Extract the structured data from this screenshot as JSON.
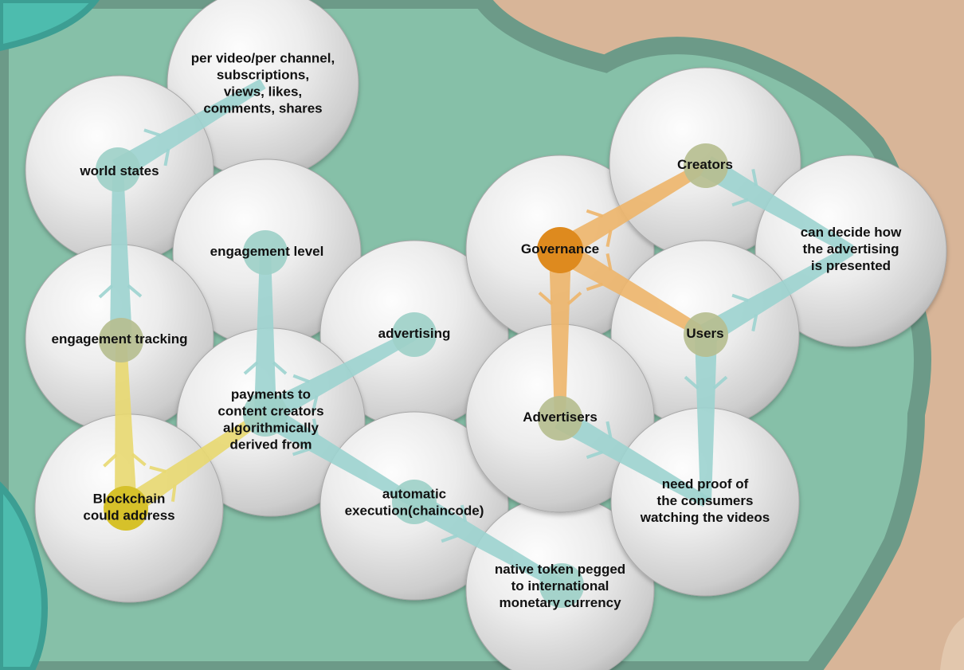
{
  "colors": {
    "tan_background": "#d8b598",
    "green_region": "#86c0a8",
    "green_outline": "#6c9a88",
    "teal_link": "#9cd3cf",
    "yellow_link": "#e8d870",
    "orange_link": "#edb56a",
    "yellow_node": "#d6c12a",
    "orange_node": "#de8a1e",
    "olive_node": "#b6be90",
    "teal_node": "#9ed0c8"
  },
  "nodes": [
    {
      "id": "per_video",
      "lines": [
        "per video/per channel,",
        "subscriptions,",
        "views, likes,",
        "comments, shares"
      ],
      "dot": "none"
    },
    {
      "id": "world_states",
      "lines": [
        "world states"
      ],
      "dot": "teal"
    },
    {
      "id": "engagement_level",
      "lines": [
        "engagement level"
      ],
      "dot": "teal"
    },
    {
      "id": "engagement_tracking",
      "lines": [
        "engagement tracking"
      ],
      "dot": "olive"
    },
    {
      "id": "advertising",
      "lines": [
        "advertising"
      ],
      "dot": "teal"
    },
    {
      "id": "payments",
      "lines": [
        "payments to",
        "content creators",
        "algorithmically",
        "derived from"
      ],
      "dot": "teal"
    },
    {
      "id": "blockchain",
      "lines": [
        "Blockchain",
        "could address"
      ],
      "dot": "yellow"
    },
    {
      "id": "automatic_execution",
      "lines": [
        "automatic",
        "execution(chaincode)"
      ],
      "dot": "teal"
    },
    {
      "id": "native_token",
      "lines": [
        "native token pegged",
        "to international",
        "monetary currency"
      ],
      "dot": "teal"
    },
    {
      "id": "governance",
      "lines": [
        "Governance"
      ],
      "dot": "orange"
    },
    {
      "id": "creators",
      "lines": [
        "Creators"
      ],
      "dot": "olive"
    },
    {
      "id": "can_decide",
      "lines": [
        "can decide how",
        "the advertising",
        "is presented"
      ],
      "dot": "none"
    },
    {
      "id": "users",
      "lines": [
        "Users"
      ],
      "dot": "olive"
    },
    {
      "id": "advertisers",
      "lines": [
        "Advertisers"
      ],
      "dot": "olive"
    },
    {
      "id": "need_proof",
      "lines": [
        "need proof of",
        "the consumers",
        "watching the videos"
      ],
      "dot": "none"
    }
  ],
  "links": [
    {
      "from": "world_states",
      "to": "per_video",
      "color": "teal"
    },
    {
      "from": "engagement_tracking",
      "to": "world_states",
      "color": "teal"
    },
    {
      "from": "blockchain",
      "to": "engagement_tracking",
      "color": "yellow"
    },
    {
      "from": "blockchain",
      "to": "payments",
      "color": "yellow"
    },
    {
      "from": "payments",
      "to": "engagement_level",
      "color": "teal"
    },
    {
      "from": "payments",
      "to": "advertising",
      "color": "teal"
    },
    {
      "from": "payments",
      "to": "automatic_execution",
      "color": "teal"
    },
    {
      "from": "automatic_execution",
      "to": "native_token",
      "color": "teal"
    },
    {
      "from": "governance",
      "to": "creators",
      "color": "orange"
    },
    {
      "from": "governance",
      "to": "users",
      "color": "orange"
    },
    {
      "from": "governance",
      "to": "advertisers",
      "color": "orange"
    },
    {
      "from": "creators",
      "to": "can_decide",
      "color": "teal"
    },
    {
      "from": "users",
      "to": "can_decide",
      "color": "teal"
    },
    {
      "from": "users",
      "to": "need_proof",
      "color": "teal"
    },
    {
      "from": "advertisers",
      "to": "need_proof",
      "color": "teal"
    }
  ]
}
